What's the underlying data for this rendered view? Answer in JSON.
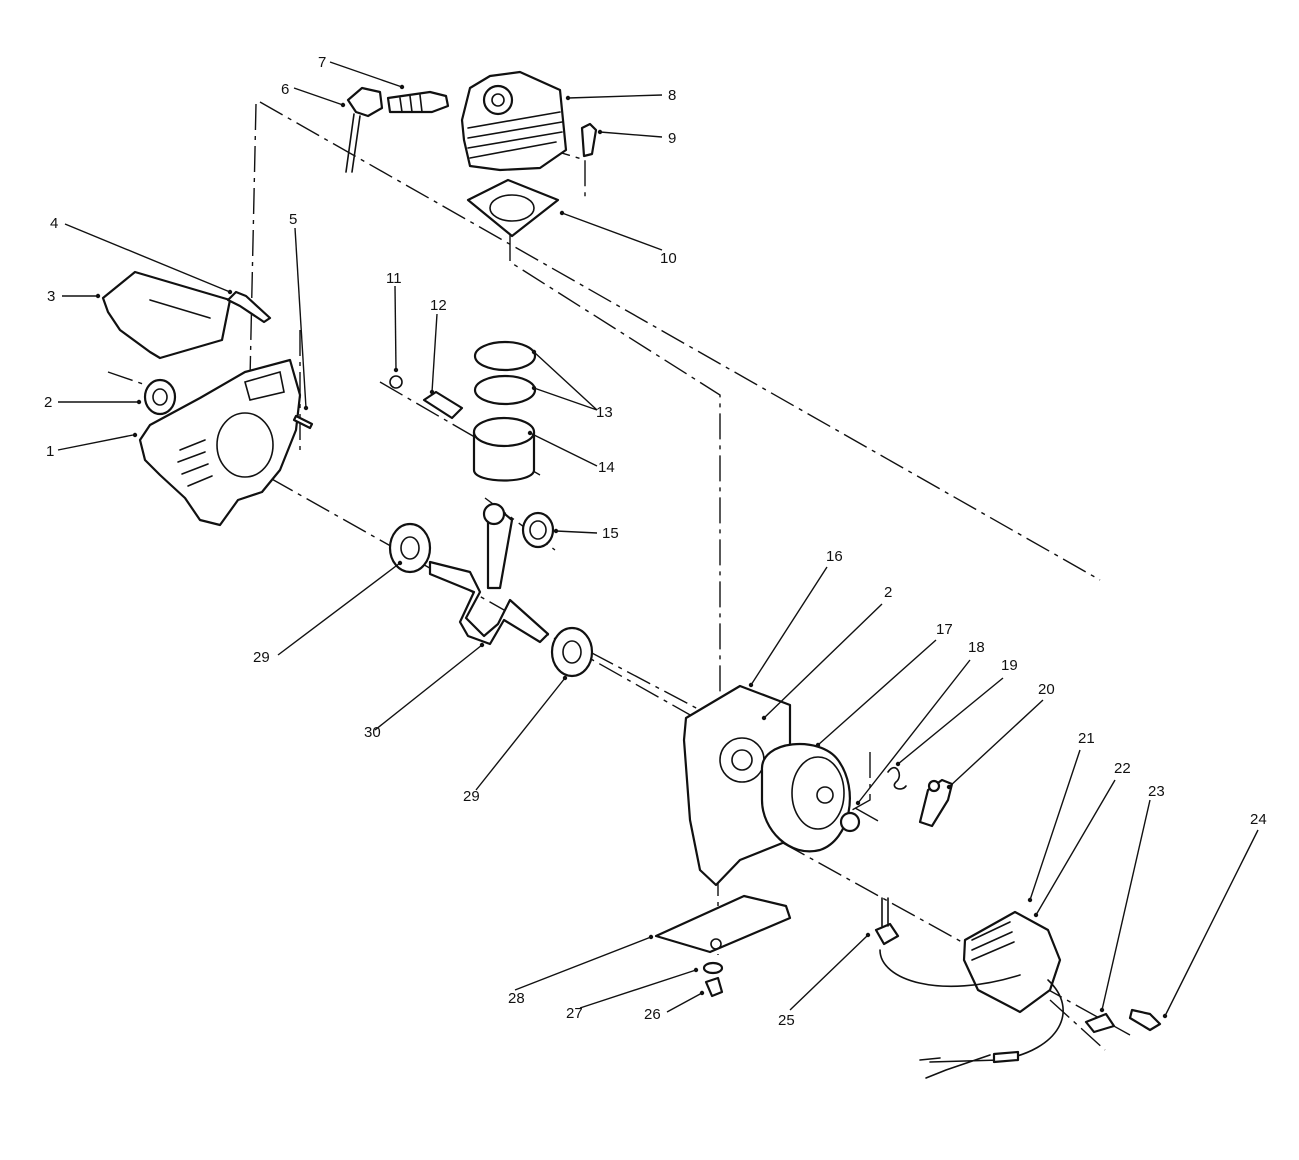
{
  "callouts": [
    "1",
    "2",
    "3",
    "4",
    "5",
    "6",
    "7",
    "8",
    "9",
    "10",
    "11",
    "12",
    "13",
    "14",
    "15",
    "16",
    "2",
    "17",
    "18",
    "19",
    "20",
    "21",
    "22",
    "23",
    "24",
    "25",
    "26",
    "27",
    "28",
    "29",
    "29",
    "30"
  ]
}
